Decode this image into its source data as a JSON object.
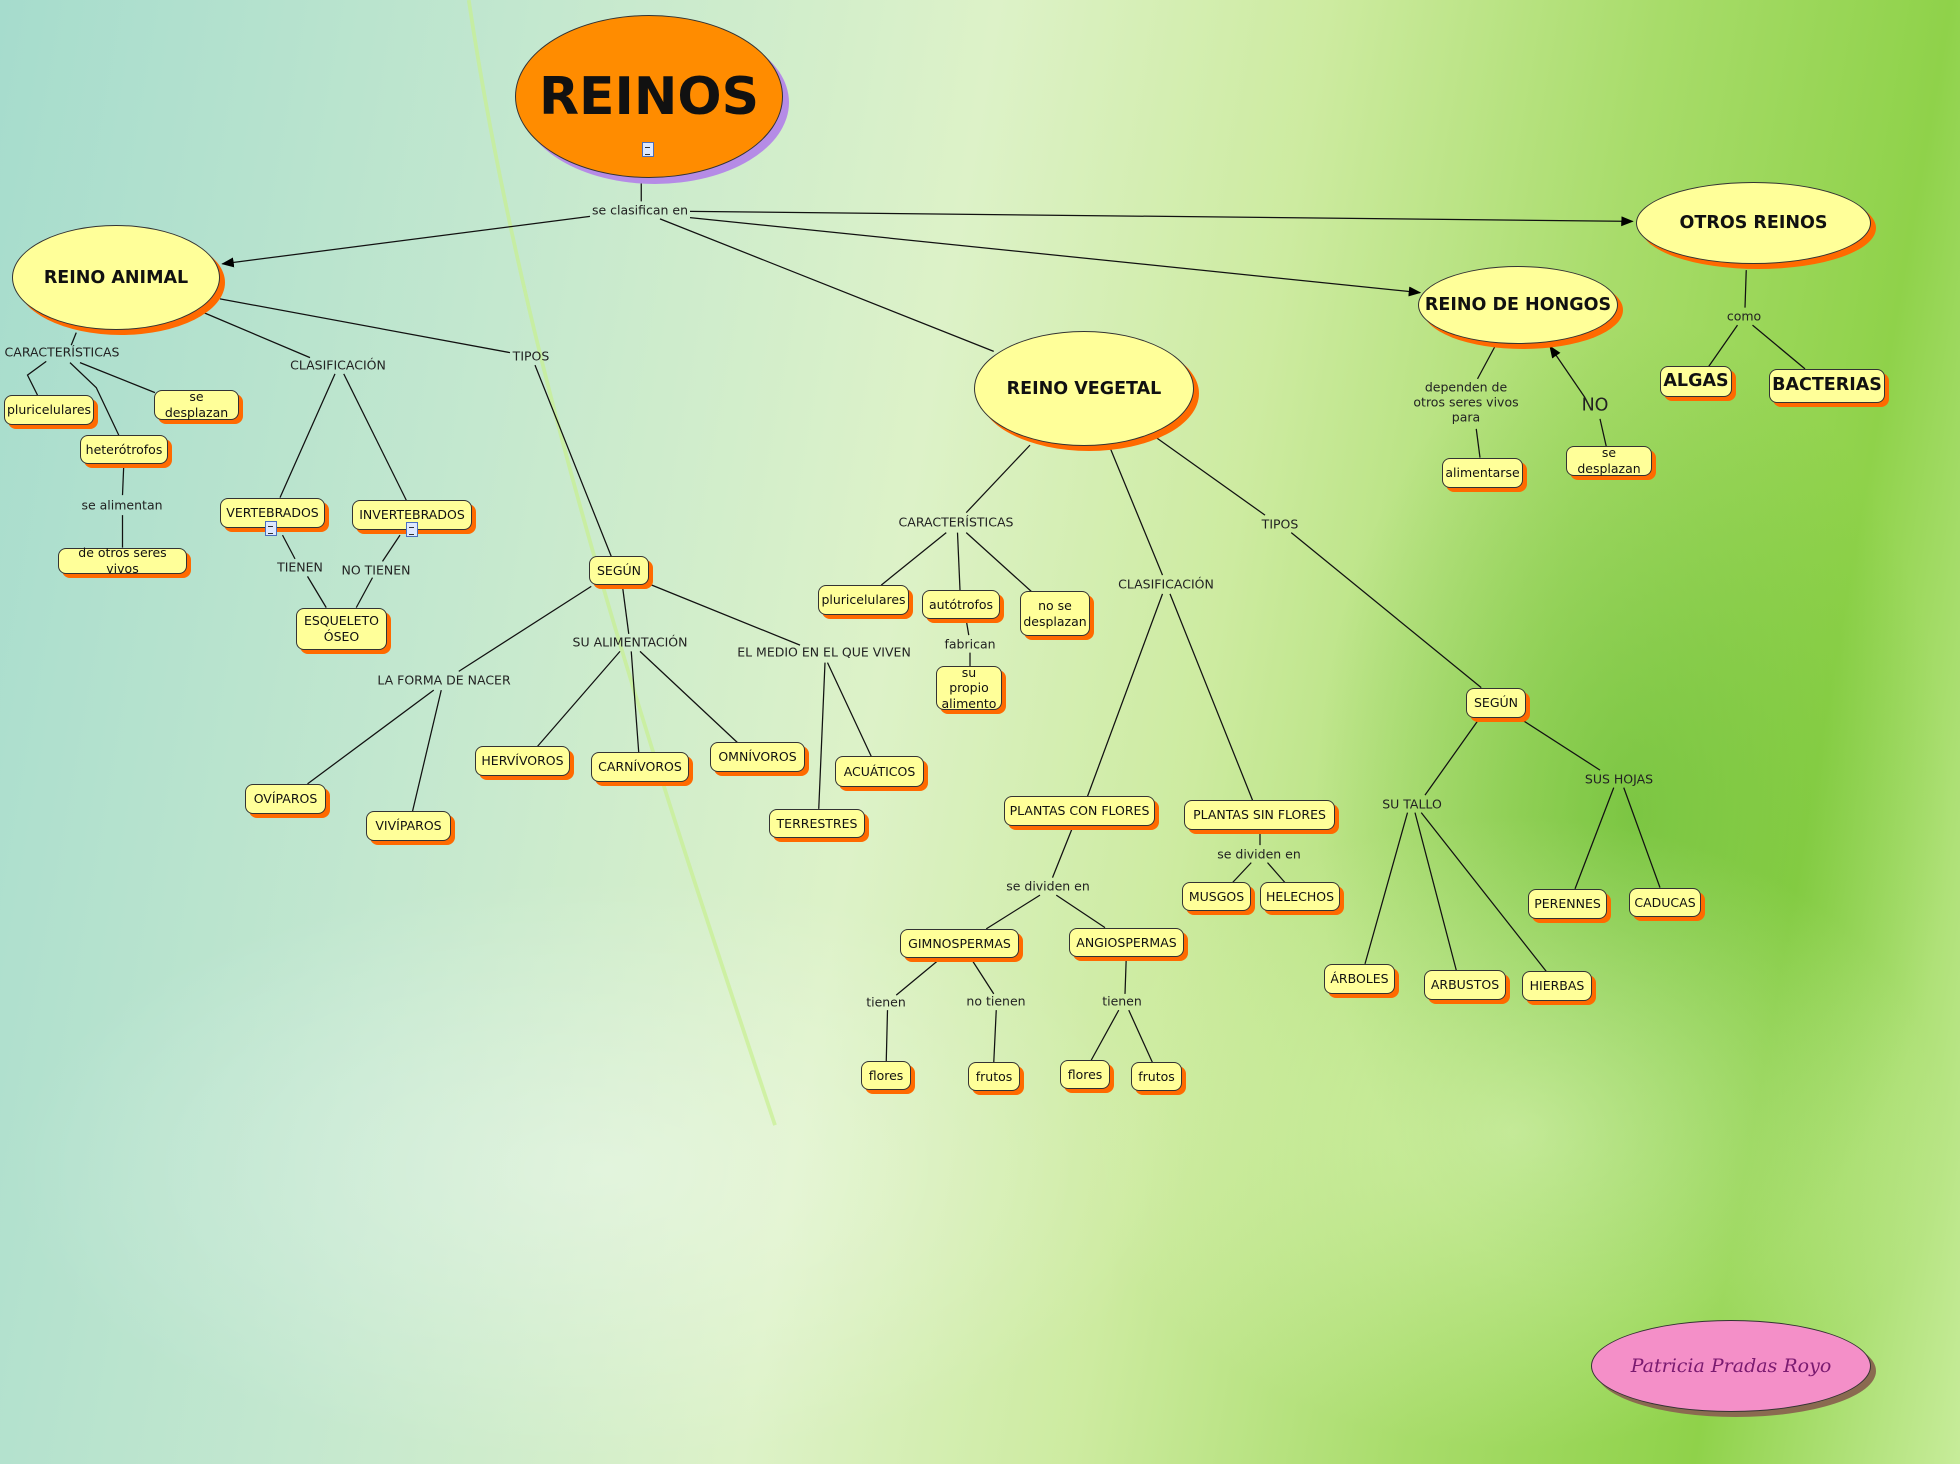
{
  "title": "REINOS",
  "author": "Patricia Pradas Royo",
  "colors": {
    "concept_fill": "#ffff99",
    "shadow": "#ff6a00",
    "root_fill": "#ff8c00",
    "author_fill": "#f48fc8"
  },
  "links": {
    "se_clasifican": "se clasifican en",
    "caract": "CARACTERÍSTICAS",
    "clasif": "CLASIFICACIÓN",
    "tipos": "TIPOS",
    "se_alimentan": "se alimentan",
    "tienen_caps": "TIENEN",
    "no_tienen_caps": "NO TIENEN",
    "forma_nacer": "LA FORMA DE NACER",
    "su_alimentacion": "SU ALIMENTACIÓN",
    "medio": "EL MEDIO EN EL QUE VIVEN",
    "fabrican": "fabrican",
    "se_dividen": "se dividen en",
    "tienen": "tienen",
    "no_tienen": "no tienen",
    "su_tallo": "SU TALLO",
    "sus_hojas": "SUS HOJAS",
    "dependen": "dependen de otros seres vivos para",
    "no": "NO",
    "como": "como"
  },
  "animal": {
    "title": "REINO ANIMAL",
    "pluricelulares": "pluricelulares",
    "se_desplazan": "se desplazan",
    "heterotrofos": "heterótrofos",
    "otros_seres": "de otros seres vivos",
    "vertebrados": "VERTEBRADOS",
    "invertebrados": "INVERTEBRADOS",
    "esqueleto": "ESQUELETO ÓSEO",
    "segun": "SEGÚN",
    "oviparos": "OVÍPAROS",
    "viviparos": "VIVÍPAROS",
    "herbivoros": "HERVÍVOROS",
    "carnivoros": "CARNÍVOROS",
    "omnivoros": "OMNÍVOROS",
    "acuaticos": "ACUÁTICOS",
    "terrestres": "TERRESTRES"
  },
  "vegetal": {
    "title": "REINO VEGETAL",
    "pluricelulares": "pluricelulares",
    "autotrofos": "autótrofos",
    "no_desplazan": "no se desplazan",
    "propio_alimento": "su propio alimento",
    "con_flores": "PLANTAS CON FLORES",
    "sin_flores": "PLANTAS SIN FLORES",
    "musgos": "MUSGOS",
    "helechos": "HELECHOS",
    "gimnospermas": "GIMNOSPERMAS",
    "angiospermas": "ANGIOSPERMAS",
    "flores": "flores",
    "frutos": "frutos",
    "segun": "SEGÚN",
    "perennes": "PERENNES",
    "caducas": "CADUCAS",
    "arboles": "ÁRBOLES",
    "arbustos": "ARBUSTOS",
    "hierbas": "HIERBAS"
  },
  "hongos": {
    "title": "REINO DE HONGOS",
    "alimentarse": "alimentarse",
    "se_desplazan": "se desplazan"
  },
  "otros": {
    "title": "OTROS REINOS",
    "algas": "ALGAS",
    "bacterias": "BACTERIAS"
  }
}
